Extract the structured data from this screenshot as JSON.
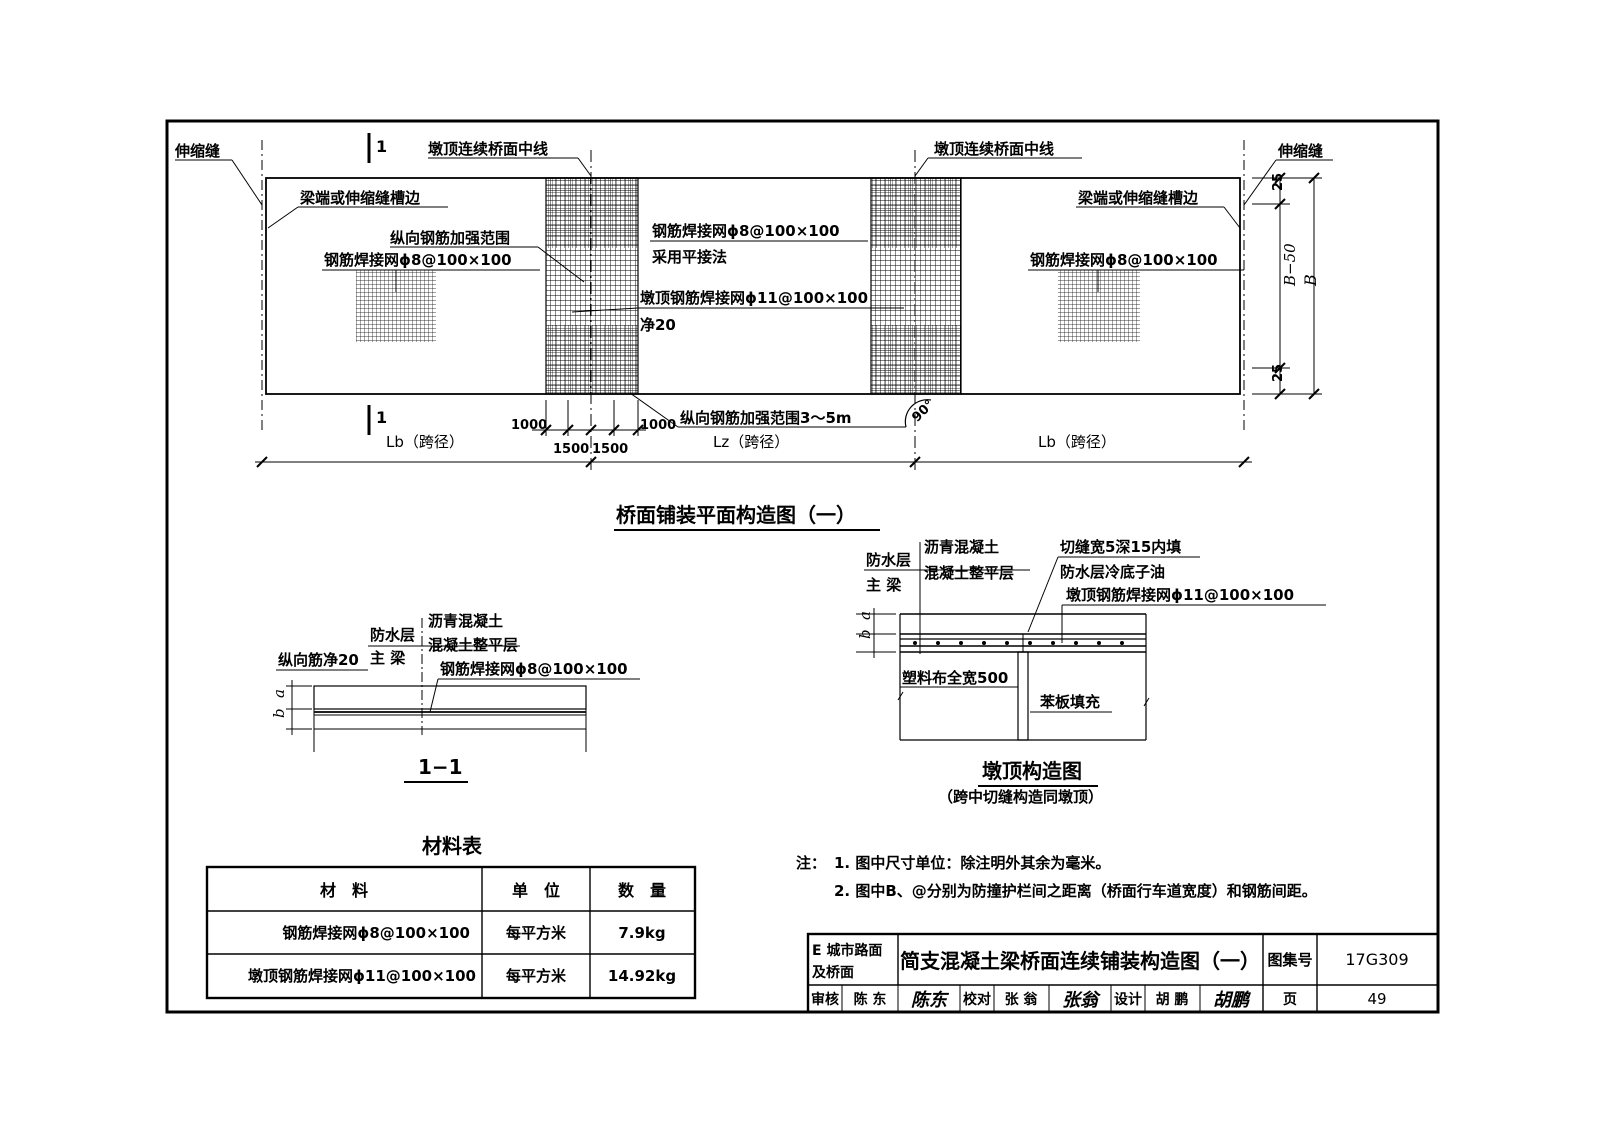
{
  "plan": {
    "title": "桥面铺装平面构造图（一）",
    "expansion_joint": "伸缩缝",
    "section_mark": "1",
    "pier_centerline": "墩顶连续桥面中线",
    "beam_end": "梁端或伸缩缝槽边",
    "long_rebar_range": "纵向钢筋加强范围",
    "mesh_8": "钢筋焊接网ϕ8@100×100",
    "mesh_8_short": "钢筋焊接网ϕ8@100×100",
    "mesh_8_mid": "钢筋焊接网ϕ8@100×100",
    "lap_method": "采用平接法",
    "mesh_11": "墩顶钢筋焊接网ϕ11@100×100",
    "clear_20": "净20",
    "long_rebar_range_len": "纵向钢筋加强范围3～5m",
    "angle_90": "90°",
    "dim_25_top": "25",
    "dim_25_bot": "25",
    "dim_b50": "B−50",
    "dim_b": "B",
    "dim_1000_left": "1000",
    "dim_1000_right": "1000",
    "dim_1500_a": "1500",
    "dim_1500_b": "1500",
    "span_left": "Lb（跨径）",
    "span_mid": "Lz（跨径）",
    "span_right": "Lb（跨径）"
  },
  "section11": {
    "title": "1−1",
    "asphalt": "沥青混凝土",
    "waterproof": "防水层",
    "leveling": "混凝土整平层",
    "main_beam": "主 梁",
    "long_rebar_clear": "纵向筋净20",
    "mesh_8": "钢筋焊接网ϕ8@100×100",
    "dim_a": "a",
    "dim_b": "b"
  },
  "pier": {
    "title": "墩顶构造图",
    "subtitle": "（跨中切缝构造同墩顶）",
    "waterproof": "防水层",
    "main_beam": "主 梁",
    "asphalt": "沥青混凝土",
    "leveling": "混凝土整平层",
    "cut_joint": "切缝宽5深15内填",
    "waterproof_oil": "防水层冷底子油",
    "mesh_11": "墩顶钢筋焊接网ϕ11@100×100",
    "plastic_cloth": "塑料布全宽500",
    "board_fill": "苯板填充",
    "dim_a": "a",
    "dim_b": "b"
  },
  "materials": {
    "title": "材料表",
    "headers": [
      "材　料",
      "单　位",
      "数　量"
    ],
    "rows": [
      [
        "钢筋焊接网ϕ8@100×100",
        "每平方米",
        "7.9kg"
      ],
      [
        "墩顶钢筋焊接网ϕ11@100×100",
        "每平方米",
        "14.92kg"
      ]
    ]
  },
  "notes": {
    "label": "注：",
    "items": [
      "1. 图中尺寸单位：除注明外其余为毫米。",
      "2. 图中B、@分别为防撞护栏间之距离（桥面行车道宽度）和钢筋间距。"
    ]
  },
  "title_block": {
    "category_1": "E 城市路面",
    "category_2": "及桥面",
    "drawing_title": "简支混凝土梁桥面连续铺装构造图（一）",
    "atlas_label": "图集号",
    "atlas_no": "17G309",
    "review_label": "审核",
    "reviewer": "陈 东",
    "reviewer_sign": "陈东",
    "check_label": "校对",
    "checker": "张 翁",
    "checker_sign": "张翁",
    "design_label": "设计",
    "designer": "胡 鹏",
    "designer_sign": "胡鹏",
    "page_label": "页",
    "page_no": "49"
  }
}
